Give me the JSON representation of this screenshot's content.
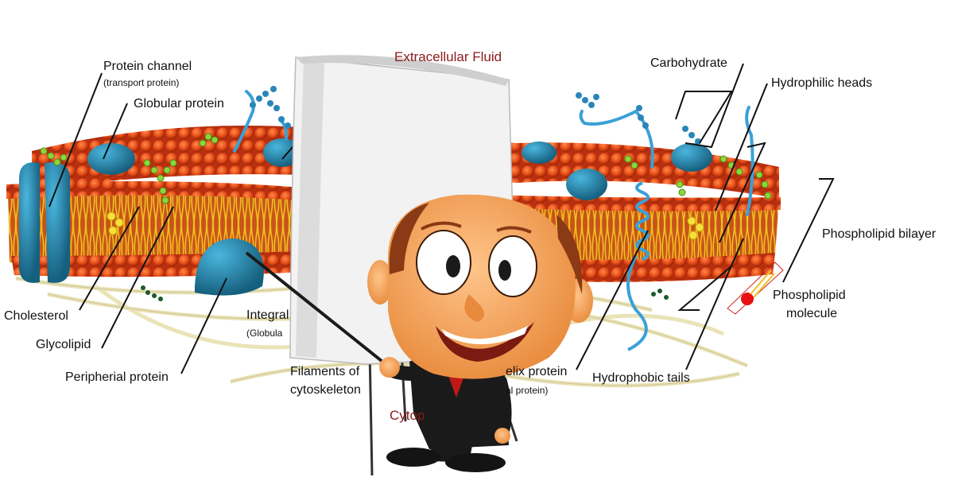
{
  "diagram": {
    "title_top": "Extracellular Fluid",
    "title_bottom": "Cytop",
    "labels": {
      "protein_channel": "Protein channel",
      "protein_channel_sub": "(transport protein)",
      "globular_protein": "Globular protein",
      "cholesterol": "Cholesterol",
      "glycolipid": "Glycolipid",
      "peripherial_protein": "Peripherial protein",
      "integral_protein": "Integral",
      "integral_sub": "(Globula",
      "filaments_1": "Filaments of",
      "filaments_2": "cytoskeleton",
      "helix_protein": "elix protein",
      "helix_sub": "al protein)",
      "carbohydrate": "Carbohydrate",
      "hydrophilic_heads": "Hydrophilic heads",
      "phospholipid_bilayer": "Phospholipid bilayer",
      "phospholipid_molecule_1": "Phospholipid",
      "phospholipid_molecule_2": "molecule",
      "hydrophobic_tails": "Hydrophobic tails"
    }
  },
  "colors": {
    "head_orange": "#e8501a",
    "head_dark": "#b83010",
    "tail_yellow": "#f0c020",
    "protein_blue": "#1e7fa8",
    "carb_blue": "#3aa0d8",
    "glyco_green": "#8cd63a",
    "cholesterol_yellow": "#f6e03a",
    "label_red": "#8b1a1a",
    "skin": "#f7a45a",
    "hair": "#8a3a14",
    "suit": "#1a1a1a",
    "tie": "#c01818"
  }
}
